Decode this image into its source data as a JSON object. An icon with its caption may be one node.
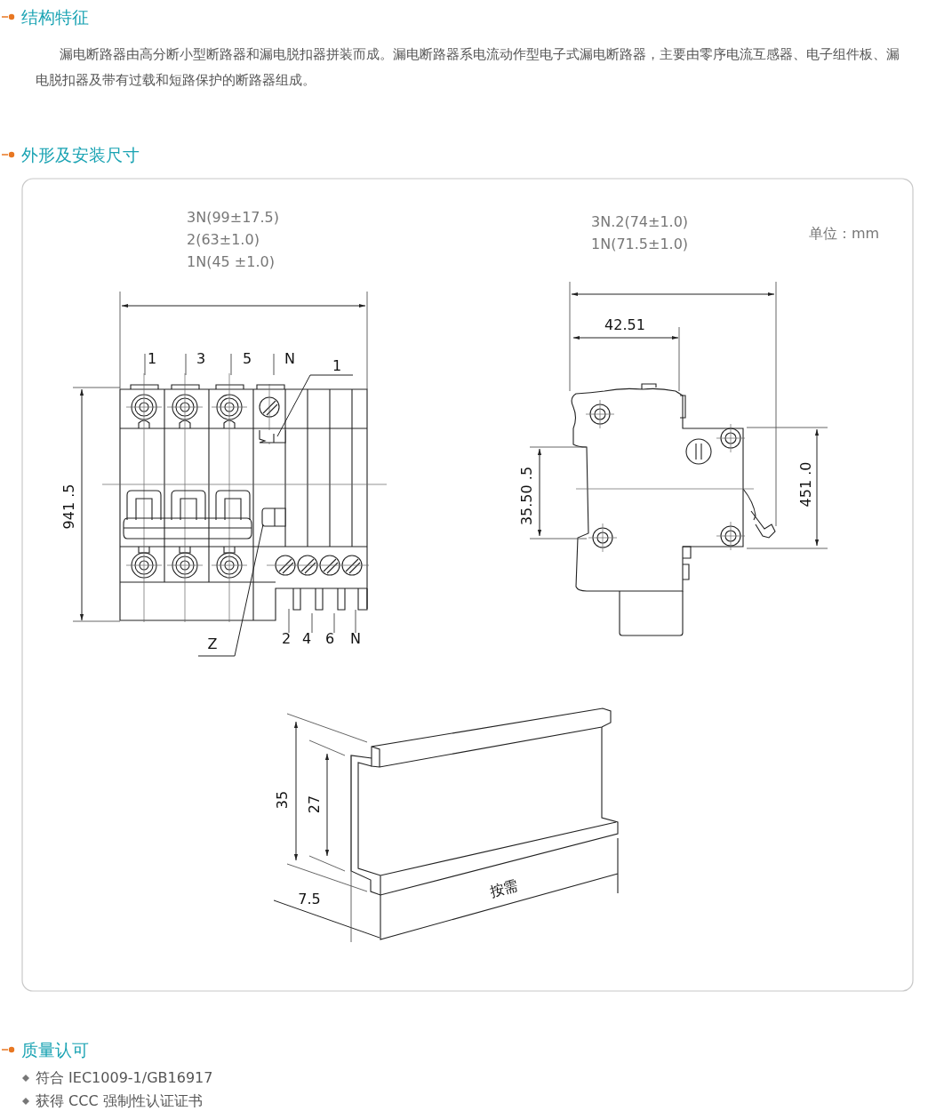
{
  "diagram": {
    "nodes": [
      {
        "text": [
          "1"
        ]
      },
      {
        "text": [
          "Z"
        ]
      },
      {
        "text": [],
        "shape": "box"
      },
      {
        "text": [],
        "shape": "box"
      }
    ],
    "edges": [
      {
        "from": 0,
        "to": 2,
        "arrow": "none"
      },
      {
        "from": 1,
        "to": 3,
        "arrow": "none"
      }
    ],
    "labels": [
      "结构特征",
      "漏电断路器由高分断小型断路器和漏电脱扣器拼装而成。漏电断路器系电流动作型电子式漏电断路器，主要由零序电流互感器、电子组件板、漏电脱扣器及带有过载和短路保护的断路器组成。",
      "外形及安装尺寸",
      "3N(99±17.5)",
      "2(63±1.0)",
      "1N(45 ±1.0)",
      "1",
      "3",
      "5",
      "N",
      "941 .5",
      "2",
      "4",
      "6",
      "N",
      "3N.2(74±1.0)",
      "1N(71.5±1.0)",
      "单位：mm",
      "42.51",
      "35.50 .5",
      "451 .0",
      "35",
      "27",
      "7.5",
      "按需",
      "质量认可",
      "符合 IEC1009-1/GB16917",
      "获得 CCC 强制性认证证书"
    ]
  }
}
